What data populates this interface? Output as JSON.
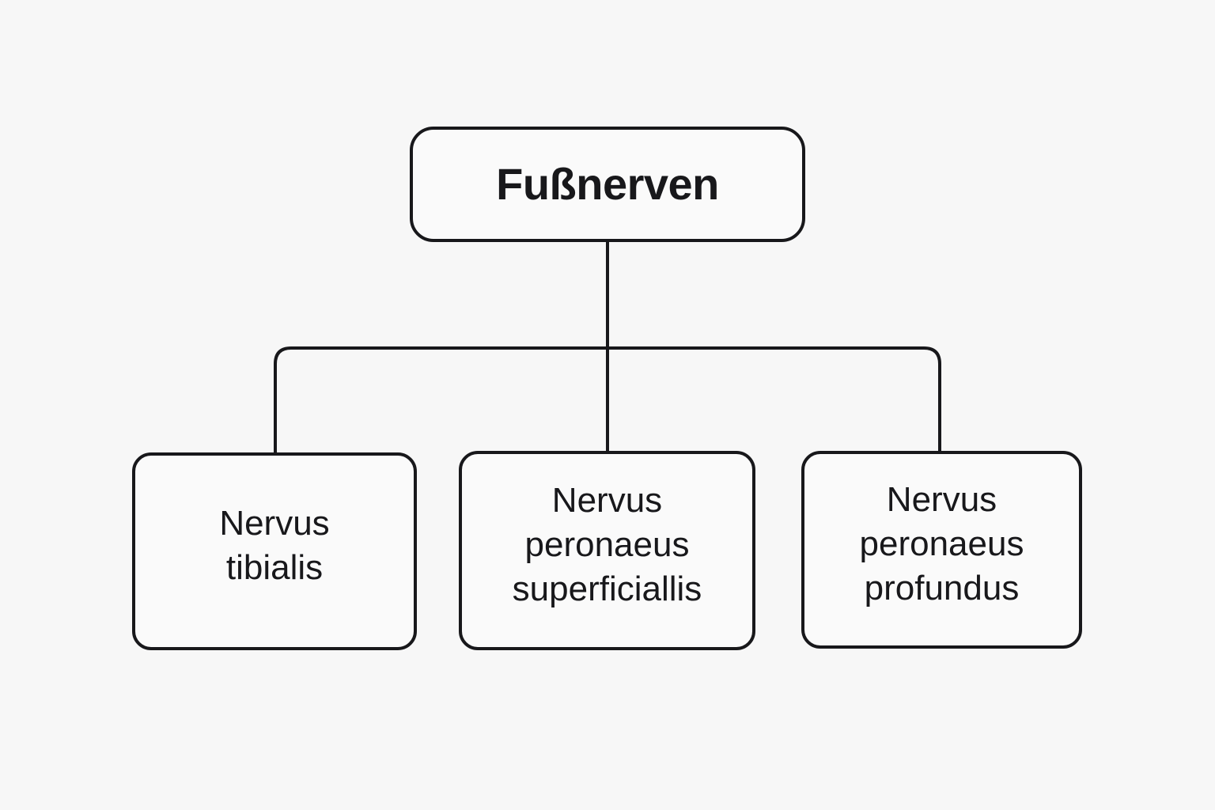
{
  "diagram": {
    "type": "hierarchy-tree",
    "title": "Fußnerven",
    "background_color": "#f7f7f7",
    "stroke_color": "#18181b",
    "node_fill_color": "#fafafa",
    "text_color": "#18181b",
    "root": {
      "label": "Fußnerven"
    },
    "children": [
      {
        "id": "tibialis",
        "label": "Nervus\ntibialis",
        "line1": "Nervus",
        "line2": "tibialis"
      },
      {
        "id": "superficiallis",
        "label": "Nervus\nperonaeus\nsuperficiallis",
        "line1": "Nervus",
        "line2": "peronaeus",
        "line3": "superficiallis"
      },
      {
        "id": "profundus",
        "label": "Nervus\nperonaeus\nprofundus",
        "line1": "Nervus",
        "line2": "peronaeus",
        "line3": "profundus"
      }
    ],
    "connectors": {
      "stem_label": "root-stem",
      "bus_label": "horizontal-bus",
      "drop_left_label": "drop-to-tibialis",
      "drop_middle_label": "drop-to-superficiallis",
      "drop_right_label": "drop-to-profundus"
    }
  }
}
